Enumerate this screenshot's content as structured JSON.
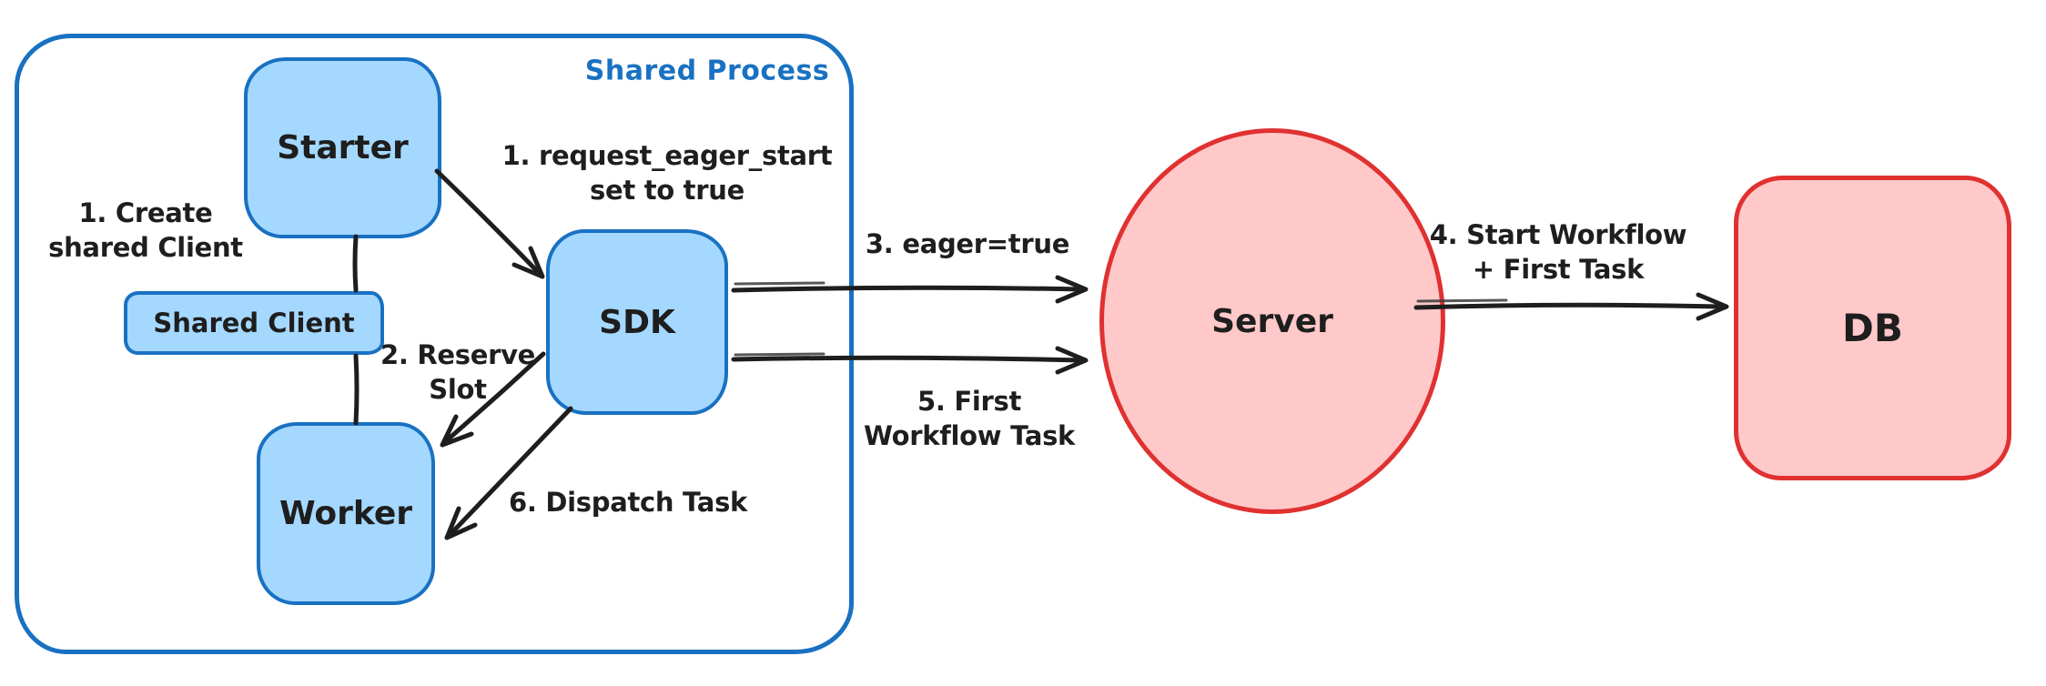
{
  "diagram": {
    "shared_process": {
      "label": "Shared Process",
      "nodes": {
        "starter": "Starter",
        "shared_client": "Shared Client",
        "worker": "Worker",
        "sdk": "SDK"
      },
      "annotations": {
        "create_shared_client": "1. Create\nshared Client",
        "request_eager_start": "1. request_eager_start\nset to true",
        "reserve_slot": "2. Reserve\nSlot",
        "dispatch_task": "6. Dispatch Task"
      }
    },
    "nodes": {
      "server": "Server",
      "db": "DB"
    },
    "edge_labels": {
      "eager_true": "3. eager=true",
      "first_workflow_task": "5. First\nWorkflow Task",
      "start_workflow_first_task": "4. Start Workflow\n+ First Task"
    },
    "colors": {
      "blue_stroke": "#1971c2",
      "blue_fill": "#a5d8ff",
      "red_stroke": "#e03131",
      "red_fill": "#ffc9c9",
      "ink": "#1e1e1e",
      "background": "#ffffff"
    }
  }
}
